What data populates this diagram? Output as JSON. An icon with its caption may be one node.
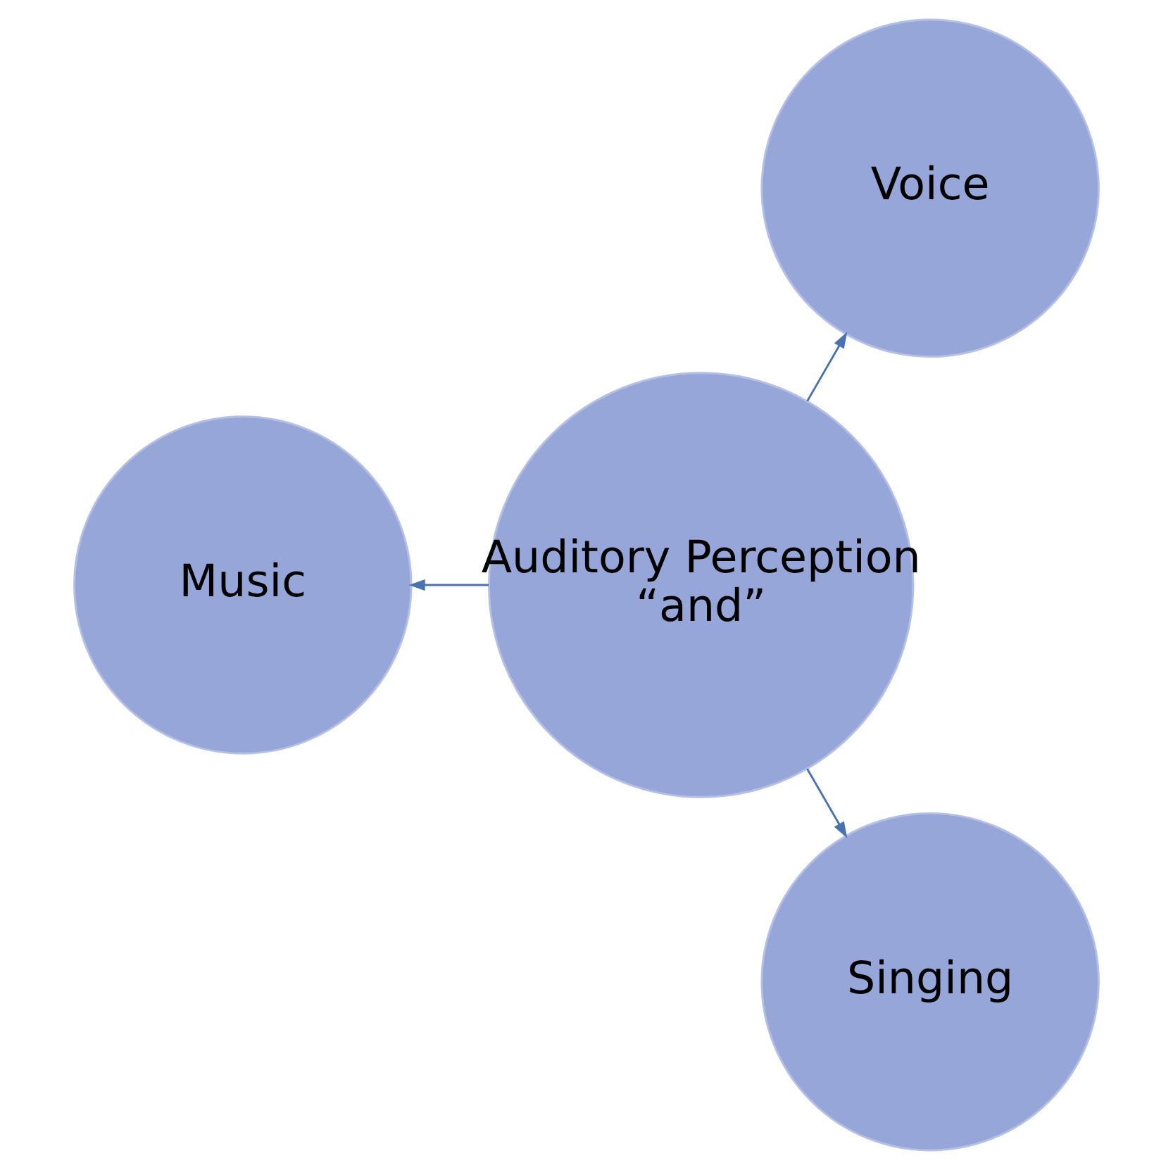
{
  "diagram": {
    "nodes": [
      {
        "text": [
          "Voice"
        ]
      },
      {
        "text": [
          "Auditory Perception “and”"
        ]
      },
      {
        "text": [
          "Music"
        ]
      },
      {
        "text": [
          "Singing"
        ]
      }
    ],
    "edges": [
      {
        "from": 1,
        "to": 0,
        "arrow": "to"
      },
      {
        "from": 1,
        "to": 2,
        "arrow": "to"
      },
      {
        "from": 1,
        "to": 3,
        "arrow": "to"
      }
    ]
  }
}
